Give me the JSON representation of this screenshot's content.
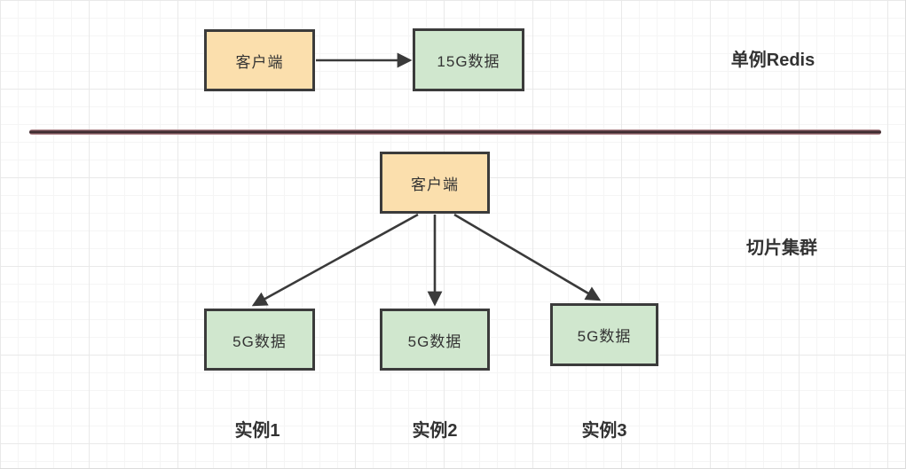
{
  "diagram": {
    "top_section": {
      "caption": "单例Redis",
      "client_label": "客户端",
      "data_label": "15G数据"
    },
    "bottom_section": {
      "caption": "切片集群",
      "client_label": "客户端",
      "shards": [
        {
          "data_label": "5G数据",
          "instance_label": "实例1"
        },
        {
          "data_label": "5G数据",
          "instance_label": "实例2"
        },
        {
          "data_label": "5G数据",
          "instance_label": "实例3"
        }
      ]
    },
    "colors": {
      "client_fill": "#fbdfad",
      "data_fill": "#d0e7ce",
      "shape_border": "#3b3b3b",
      "arrow": "#3a3a3a",
      "divider_dark": "#2e2326",
      "divider_light": "#d2a6aa",
      "text": "#333333",
      "grid_line": "#e9e9e9",
      "background": "#ffffff"
    }
  }
}
